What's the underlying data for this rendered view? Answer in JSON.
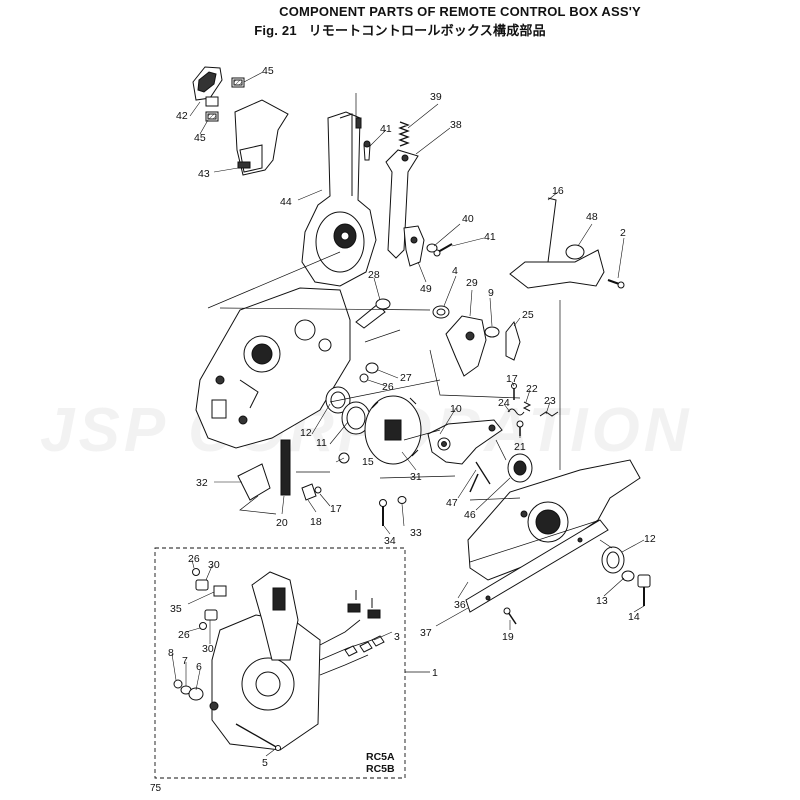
{
  "header": {
    "title": "COMPONENT PARTS OF REMOTE CONTROL BOX ASS'Y",
    "fig_label": "Fig. 21",
    "subtitle_jp": "リモートコントロールボックス構成部品"
  },
  "watermark": "JSP CORPORATION",
  "callouts": [
    "45",
    "42",
    "45",
    "43",
    "44",
    "41",
    "39",
    "38",
    "40",
    "41",
    "16",
    "48",
    "2",
    "28",
    "4",
    "29",
    "9",
    "25",
    "49",
    "27",
    "26",
    "10",
    "17",
    "22",
    "24",
    "23",
    "12",
    "11",
    "15",
    "21",
    "32",
    "31",
    "20",
    "18",
    "17",
    "47",
    "46",
    "34",
    "33",
    "36",
    "37",
    "19",
    "12",
    "13",
    "14",
    "26",
    "30",
    "35",
    "26",
    "30",
    "3",
    "8",
    "7",
    "6",
    "1",
    "5"
  ],
  "inset": {
    "model_a": "RC5A",
    "model_b": "RC5B"
  },
  "page_number": "75"
}
